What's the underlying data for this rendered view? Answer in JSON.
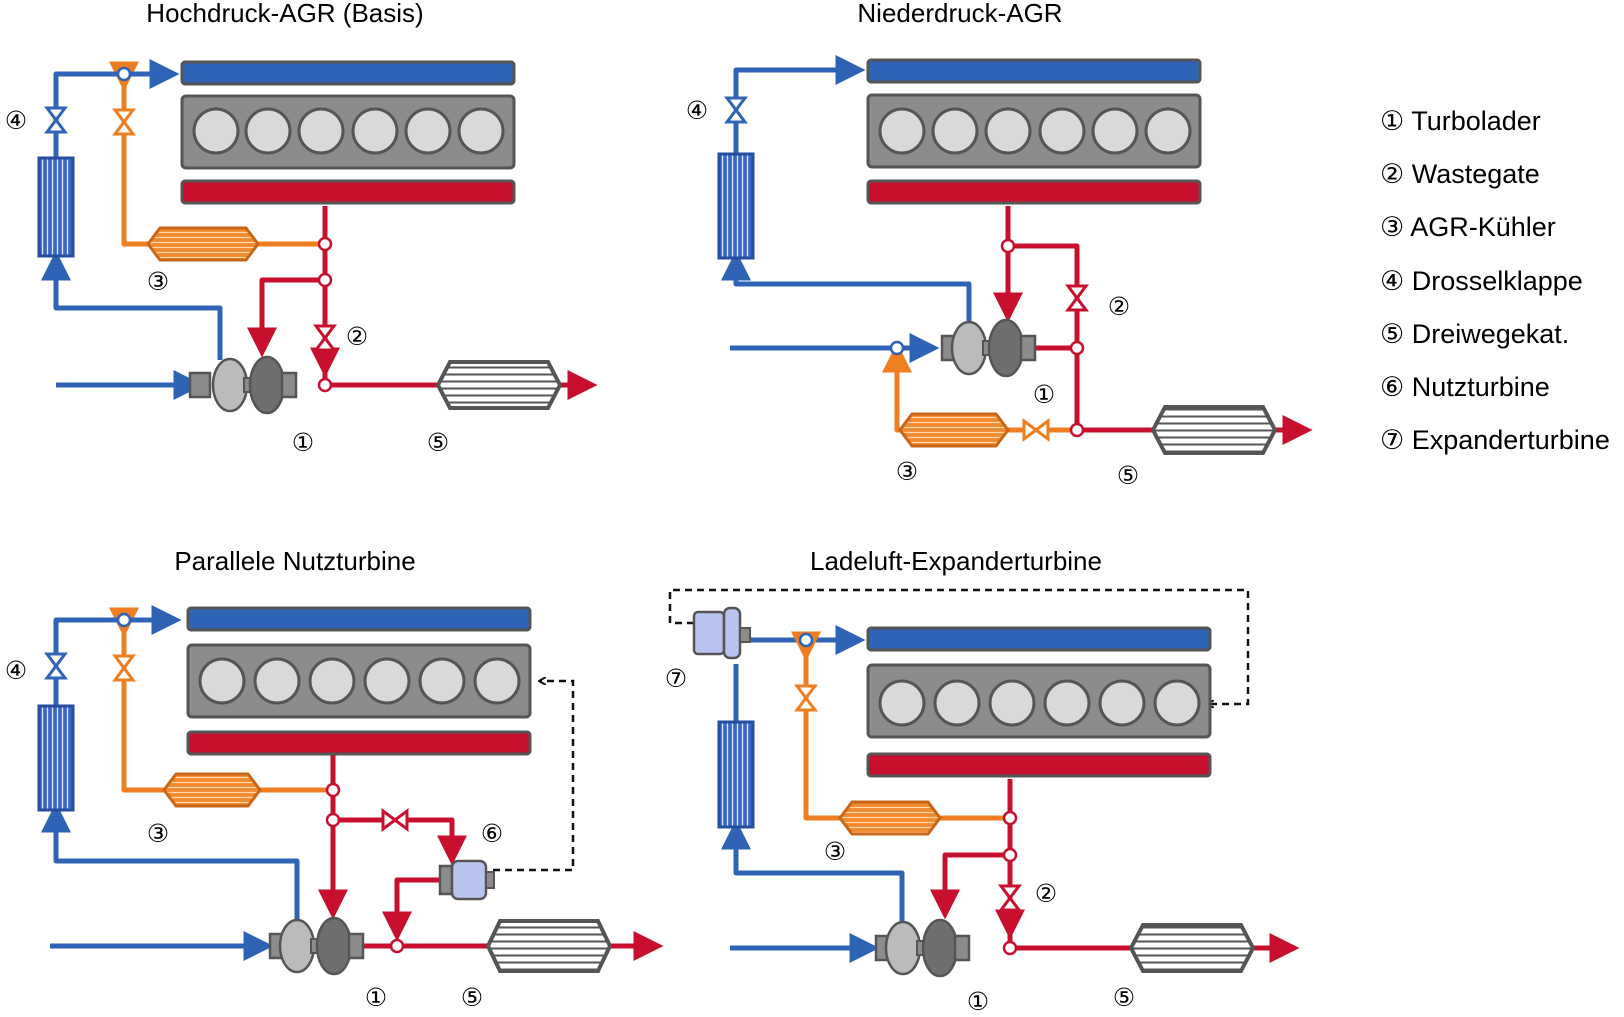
{
  "panels": {
    "p1": {
      "title": "Hochdruck-AGR (Basis)",
      "lbl_turbo": "①",
      "lbl_wastegate": "②",
      "lbl_egr_cooler": "③",
      "lbl_throttle": "④",
      "lbl_cat": "⑤"
    },
    "p2": {
      "title": "Niederdruck-AGR",
      "lbl_turbo": "①",
      "lbl_wastegate": "②",
      "lbl_egr_cooler": "③",
      "lbl_throttle": "④",
      "lbl_cat": "⑤"
    },
    "p3": {
      "title": "Parallele Nutzturbine",
      "lbl_turbo": "①",
      "lbl_egr_cooler": "③",
      "lbl_throttle": "④",
      "lbl_cat": "⑤",
      "lbl_power_turbine": "⑥"
    },
    "p4": {
      "title": "Ladeluft-Expanderturbine",
      "lbl_turbo": "①",
      "lbl_wastegate": "②",
      "lbl_egr_cooler": "③",
      "lbl_cat": "⑤",
      "lbl_expander": "⑦"
    }
  },
  "legend": [
    "① Turbolader",
    "② Wastegate",
    "③ AGR-Kühler",
    "④ Drosselklappe",
    "⑤ Dreiwegekat.",
    "⑥ Nutzturbine",
    "⑦ Expanderturbine"
  ],
  "colors": {
    "intake": "#2f63b5",
    "exhaust": "#c8102e",
    "egr": "#ef7d22",
    "engine": "#8c8c8c",
    "cooler": "#3a66c6",
    "expander": "#b9c3ef"
  }
}
